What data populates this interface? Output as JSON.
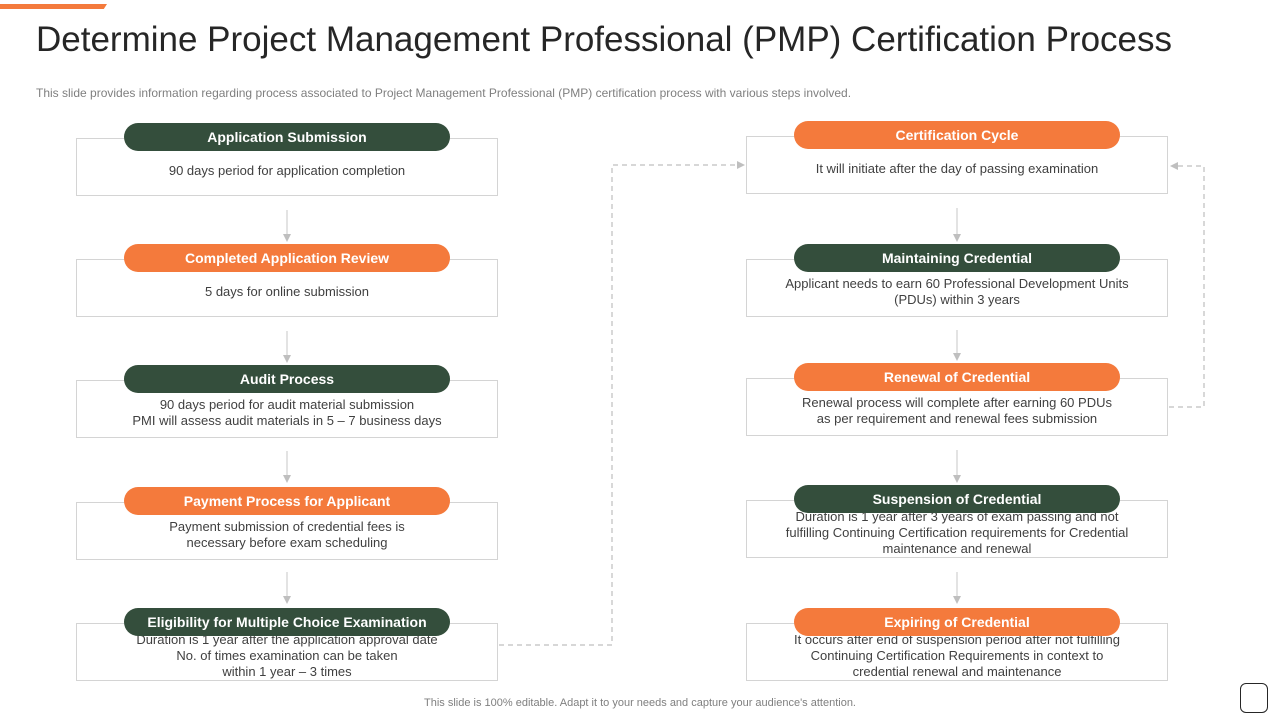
{
  "slide": {
    "title": "Determine Project Management Professional (PMP) Certification Process",
    "subtitle": "This slide provides information regarding process associated to Project Management Professional (PMP) certification process with various steps involved.",
    "footer": "This slide is 100% editable.  Adapt it to your needs and capture your audience's attention."
  },
  "left_steps": [
    {
      "label": "Application Submission",
      "text": "90 days period for application completion",
      "color": "#344E3C"
    },
    {
      "label": "Completed Application Review",
      "text": "5 days for online submission",
      "color": "#F47A3C"
    },
    {
      "label": "Audit Process",
      "text": "90 days period for audit material submission\nPMI will assess audit materials in 5 – 7 business days",
      "color": "#344E3C"
    },
    {
      "label": "Payment Process for Applicant",
      "text": "Payment submission of credential fees is\nnecessary before exam scheduling",
      "color": "#F47A3C"
    },
    {
      "label": "Eligibility for Multiple Choice Examination",
      "text": "Duration  is 1 year after the application approval  date\nNo. of times examination can be taken\nwithin 1 year – 3 times",
      "color": "#344E3C"
    }
  ],
  "right_steps": [
    {
      "label": "Certification Cycle",
      "text": "It will initiate after the day of passing examination",
      "color": "#F47A3C"
    },
    {
      "label": "Maintaining Credential",
      "text": "Applicant needs to earn  60 Professional Development  Units\n(PDUs) within 3 years",
      "color": "#344E3C"
    },
    {
      "label": "Renewal of Credential",
      "text": "Renewal  process will complete after earning 60 PDUs\nas per requirement  and renewal fees submission",
      "color": "#F47A3C"
    },
    {
      "label": "Suspension of Credential",
      "text": "Duration  is 1 year after 3 years of exam passing and not\nfulfilling Continuing Certification requirements for Credential\nmaintenance and renewal",
      "color": "#344E3C"
    },
    {
      "label": "Expiring of Credential",
      "text": "It occurs after end of suspension period after not fulfilling\nContinuing Certification Requirements in context to\ncredential renewal  and maintenance",
      "color": "#F47A3C"
    }
  ],
  "icons": {
    "corner": "square-outline-icon"
  }
}
